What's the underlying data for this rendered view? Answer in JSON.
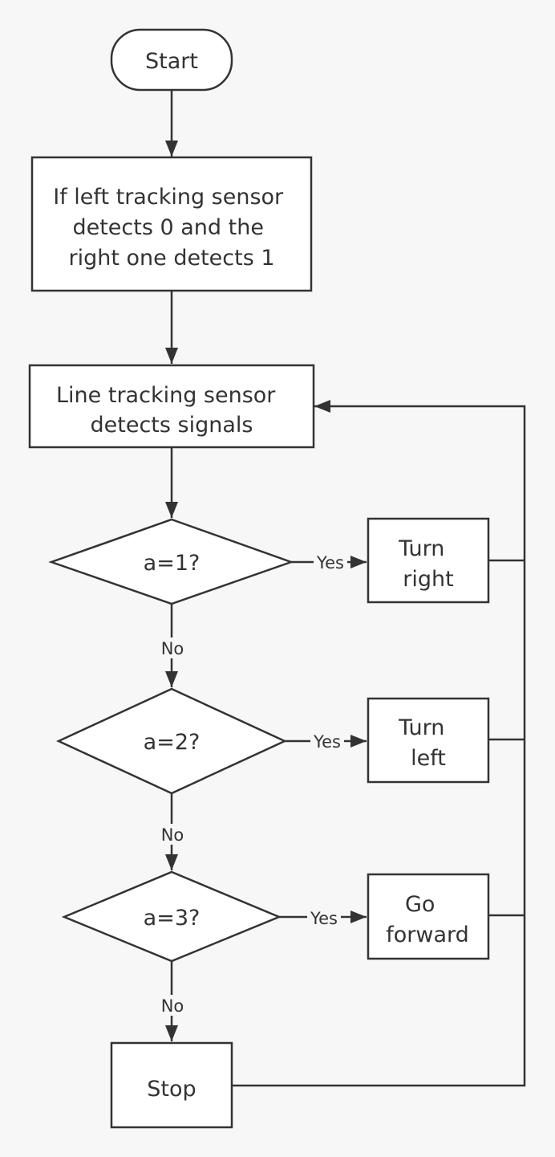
{
  "nodes": {
    "start": [
      "Start"
    ],
    "condition_box": [
      "If left tracking sensor",
      "detects 0 and the",
      "right one detects 1"
    ],
    "detect": [
      "Line tracking sensor",
      "detects signals"
    ],
    "decision_a1": [
      "a=1?"
    ],
    "decision_a2": [
      "a=2?"
    ],
    "decision_a3": [
      "a=3?"
    ],
    "turn_right": [
      "Turn",
      "right"
    ],
    "turn_left": [
      "Turn",
      "left"
    ],
    "go_forward": [
      "Go",
      "forward"
    ],
    "stop": [
      "Stop"
    ]
  },
  "edge_labels": {
    "yes": "Yes",
    "no": "No"
  },
  "colors": {
    "background": "#f7f7f7",
    "shape_fill": "#ffffff",
    "stroke": "#333333",
    "text": "#333333"
  }
}
